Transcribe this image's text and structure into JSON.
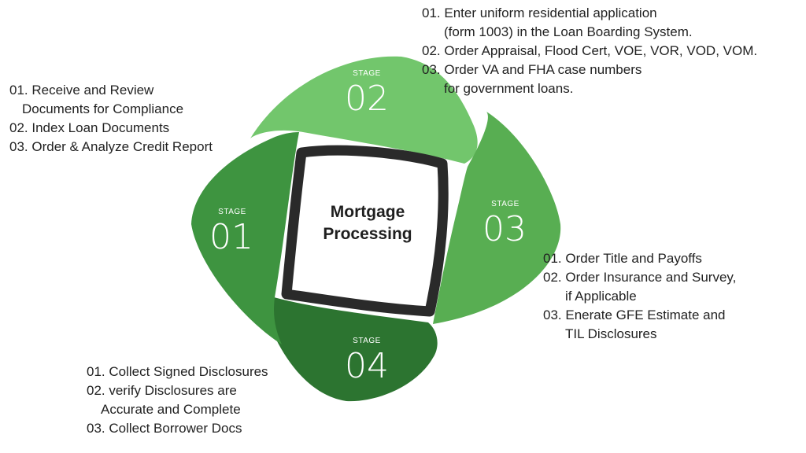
{
  "colors": {
    "stage_01": "#3e9440",
    "stage_02": "#72c66c",
    "stage_03": "#58ae52",
    "stage_04": "#2c7430",
    "center_frame": "#2a2a2a"
  },
  "center": {
    "line1": "Mortgage",
    "line2": "Processing"
  },
  "stages": [
    {
      "label": "STAGE",
      "number": "01",
      "lines": [
        "01.  Receive and Review",
        "Documents for Compliance",
        "02. Index Loan Documents",
        "03. Order & Analyze Credit Report"
      ]
    },
    {
      "label": "STAGE",
      "number": "02",
      "lines": [
        "01.  Enter uniform residential application",
        "(form 1003) in the Loan Boarding System.",
        "02. Order Appraisal, Flood Cert, VOE, VOR, VOD, VOM.",
        "03. Order VA and FHA case numbers",
        "for government loans."
      ]
    },
    {
      "label": "STAGE",
      "number": "03",
      "lines": [
        "01.  Order Title and Payoffs",
        "02. Order Insurance and Survey,",
        "if Applicable",
        "03. Enerate GFE Estimate and",
        "TIL Disclosures"
      ]
    },
    {
      "label": "STAGE",
      "number": "04",
      "lines": [
        "01.  Collect Signed Disclosures",
        "02. verify Disclosures are",
        "Accurate and Complete",
        "03. Collect Borrower Docs"
      ]
    }
  ]
}
